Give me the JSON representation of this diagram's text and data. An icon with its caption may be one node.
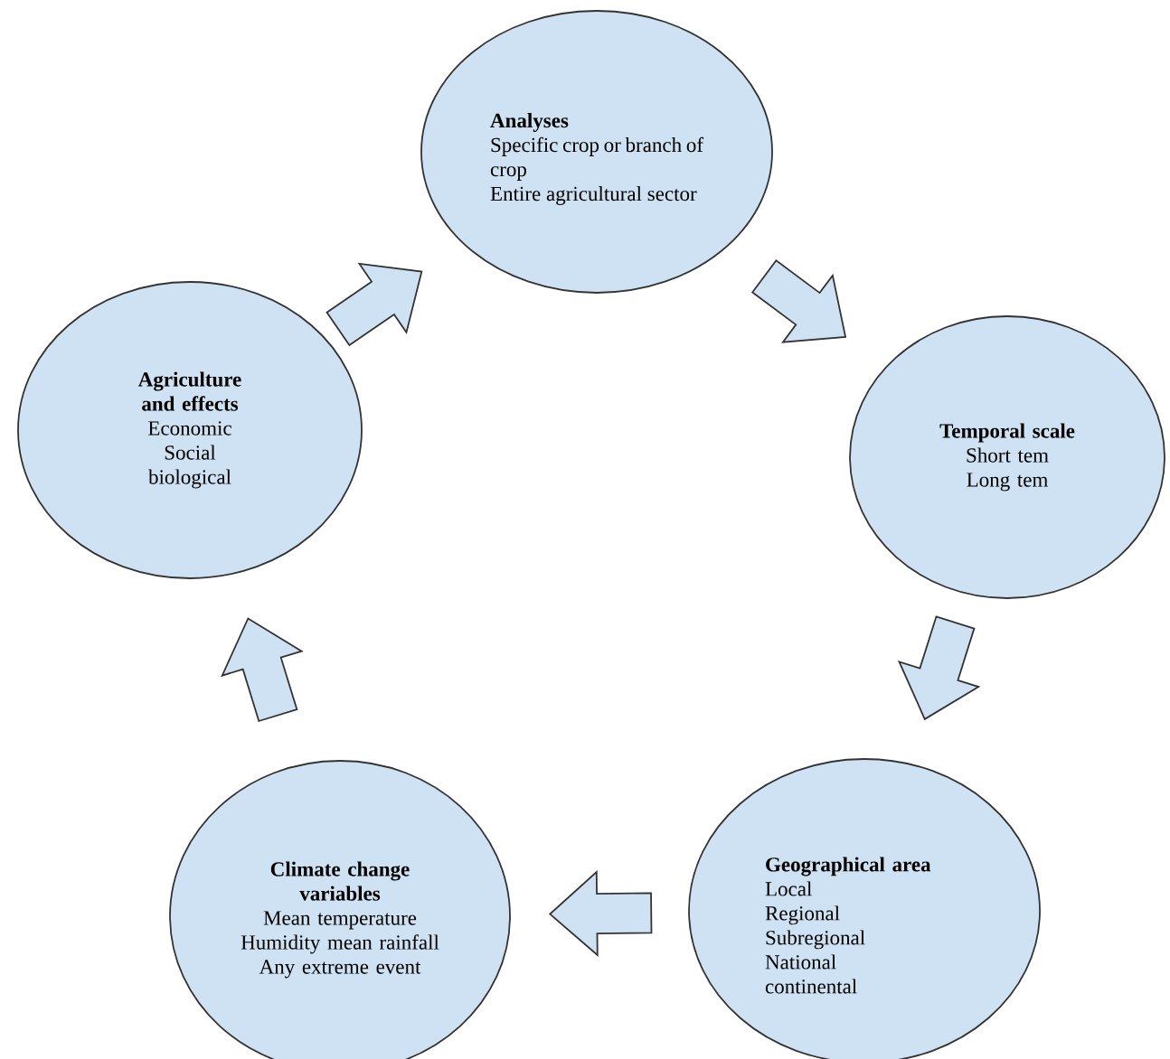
{
  "diagram": {
    "nodes": [
      {
        "text": [
          "Analyses",
          "Specific crop or branch of crop",
          "Entire agricultural sector"
        ]
      },
      {
        "text": [
          "Agriculture and effects",
          "Economic",
          "Social",
          "biological"
        ]
      },
      {
        "text": [
          "Temporal scale",
          "Short tem",
          "Long tem"
        ]
      },
      {
        "text": [
          "Geographical area",
          "Local",
          "Regional",
          "Subregional",
          "National",
          "continental"
        ]
      },
      {
        "text": [
          "Climate change variables",
          "Mean temperature",
          "Humidity mean rainfall",
          "Any extreme event"
        ]
      }
    ],
    "edges": [
      {
        "from": 1,
        "to": 0,
        "arrow": "to"
      },
      {
        "from": 0,
        "to": 2,
        "arrow": "to"
      },
      {
        "from": 2,
        "to": 3,
        "arrow": "to"
      },
      {
        "from": 3,
        "to": 4,
        "arrow": "to"
      },
      {
        "from": 4,
        "to": 1,
        "arrow": "to"
      }
    ]
  }
}
